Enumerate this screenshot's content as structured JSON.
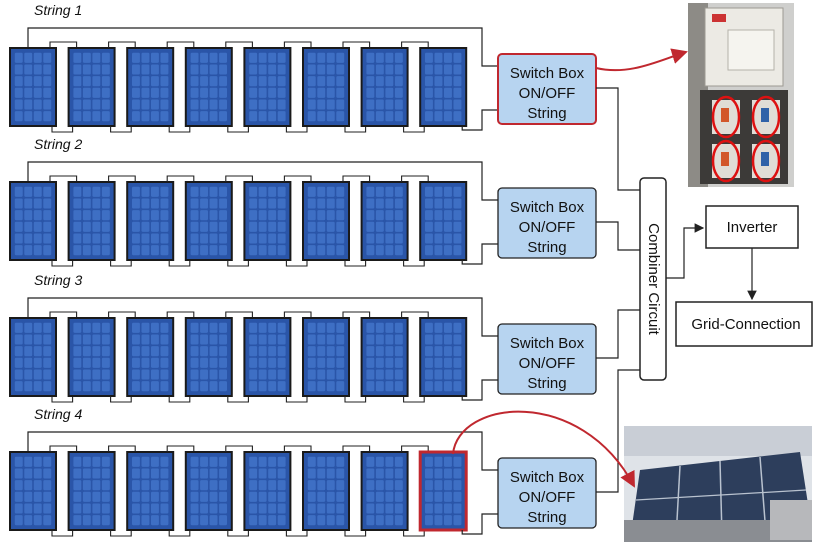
{
  "strings": [
    {
      "label": "String 1",
      "switch_lines": [
        "Switch Box",
        "ON/OFF",
        "String"
      ],
      "highlight_switch": true,
      "highlight_panel": -1
    },
    {
      "label": "String 2",
      "switch_lines": [
        "Switch Box",
        "ON/OFF",
        "String"
      ],
      "highlight_switch": false,
      "highlight_panel": -1
    },
    {
      "label": "String 3",
      "switch_lines": [
        "Switch Box",
        "ON/OFF",
        "String"
      ],
      "highlight_switch": false,
      "highlight_panel": -1
    },
    {
      "label": "String 4",
      "switch_lines": [
        "Switch Box",
        "ON/OFF",
        "String"
      ],
      "highlight_switch": false,
      "highlight_panel": 7
    }
  ],
  "panels_per_string": 8,
  "combiner": {
    "label": "Combiner Circuit"
  },
  "inverter": {
    "label": "Inverter"
  },
  "grid": {
    "label": "Grid-Connection"
  },
  "photos": {
    "switch_cabinet": {
      "description_icon": "switch-cabinet-photo"
    },
    "pv_array": {
      "description_icon": "pv-array-photo"
    }
  },
  "colors": {
    "panel_fill": "#2a55a8",
    "panel_cell": "#3e6fc4",
    "panel_frame": "#1a1a1a",
    "switch_fill": "#b7d4f0",
    "highlight": "#c0282f",
    "wire": "#222222"
  }
}
